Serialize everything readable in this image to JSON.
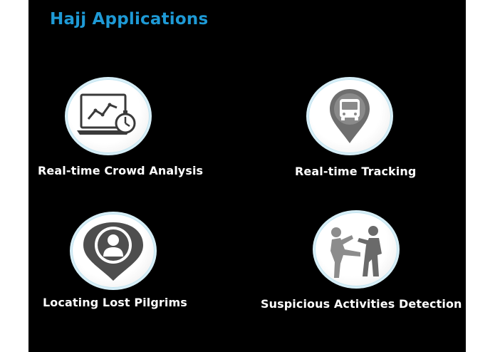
{
  "slide": {
    "title": "Hajj Applications",
    "title_color": "#1e9ad6",
    "label_color": "#ffffff",
    "background": "#000000"
  },
  "apps": [
    {
      "label": "Real-time Crowd Analysis",
      "icon": "laptop-chart-stopwatch-icon"
    },
    {
      "label": "Real-time Tracking",
      "icon": "bus-location-pin-icon"
    },
    {
      "label": "Locating Lost Pilgrims",
      "icon": "person-location-pin-icon"
    },
    {
      "label": "Suspicious Activities Detection",
      "icon": "fighting-people-icon"
    }
  ]
}
